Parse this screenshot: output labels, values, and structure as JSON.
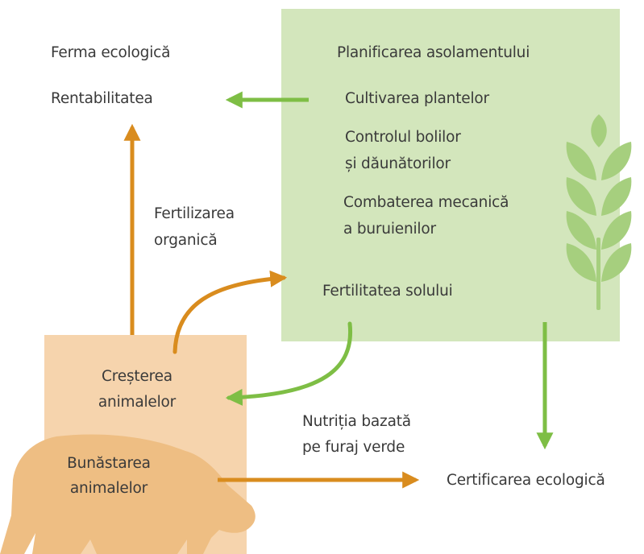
{
  "colors": {
    "green_box": "#d3e6bc",
    "orange_box": "#f6d4ad",
    "cow": "#eebe83",
    "wheat": "#a6cf7e",
    "green_arrow": "#7ebe45",
    "orange_arrow": "#d98c1e",
    "text": "#3a3a3a"
  },
  "icons": [
    "wheat-icon",
    "cow-icon"
  ],
  "labels": {
    "ferma": "Ferma ecologică",
    "rentabilitatea": "Rentabilitatea",
    "planificarea": "Planificarea asolamentului",
    "cultivarea": "Cultivarea plantelor",
    "controlul_1": "Controlul bolilor",
    "controlul_2": "și dăunătorilor",
    "combaterea_1": "Combaterea mecanică",
    "combaterea_2": "a buruienilor",
    "fertilizarea_1": "Fertilizarea",
    "fertilizarea_2": "organică",
    "fertilitatea": "Fertilitatea solului",
    "cresterea_1": "Creșterea",
    "cresterea_2": "animalelor",
    "nutritia_1": "Nutriția bazată",
    "nutritia_2": "pe furaj verde",
    "bunastarea_1": "Bunăstarea",
    "bunastarea_2": "animalelor",
    "certificarea": "Certificarea ecologică"
  }
}
